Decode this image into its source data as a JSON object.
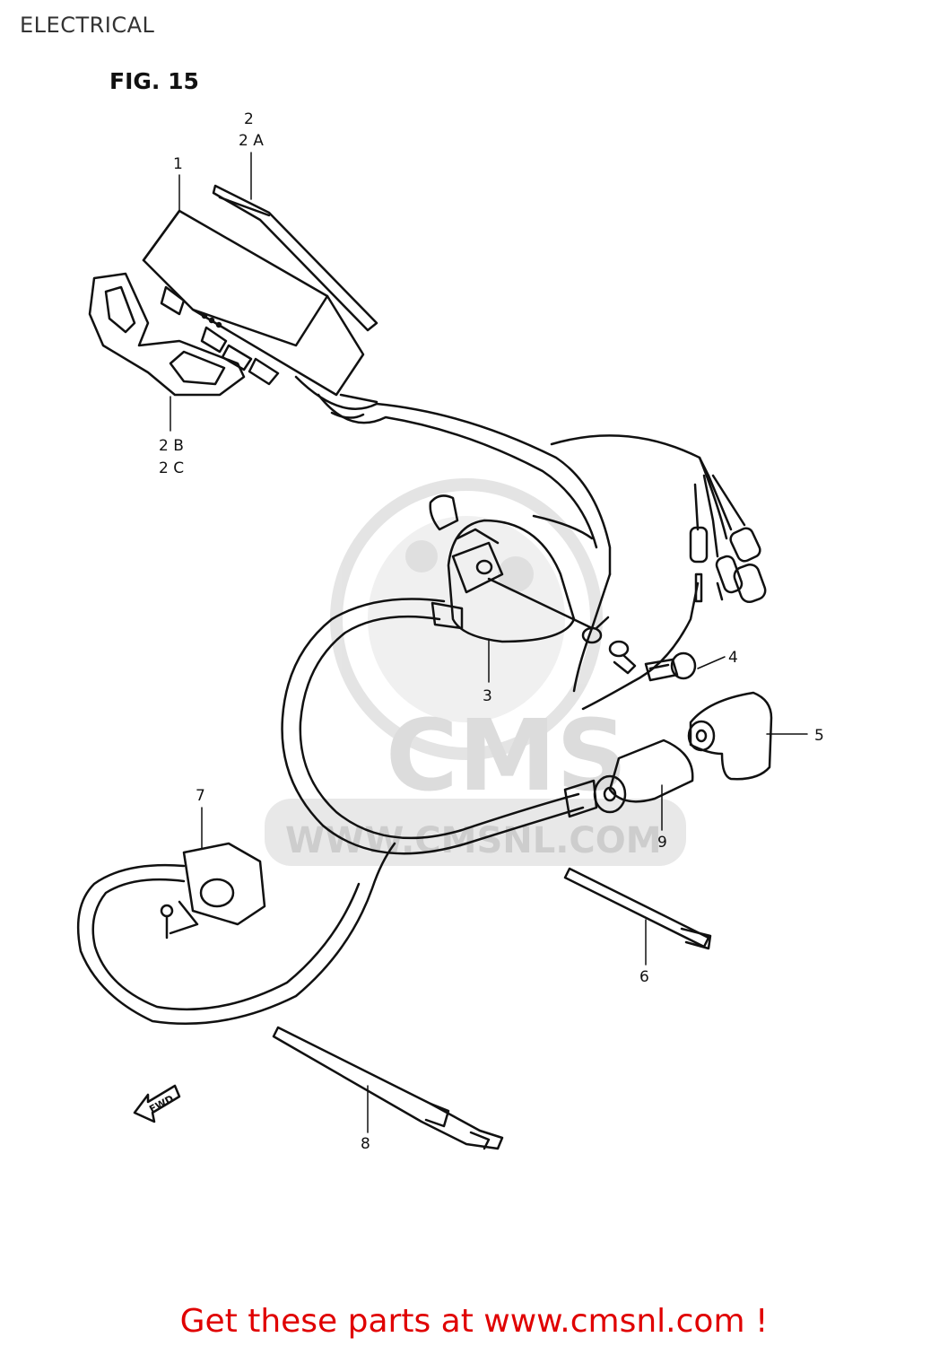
{
  "header": {
    "section_title": "ELECTRICAL",
    "figure_label": "FIG. 15"
  },
  "callouts": [
    {
      "id": "1",
      "text": "1"
    },
    {
      "id": "2",
      "text": "2"
    },
    {
      "id": "2A",
      "text": "2 A"
    },
    {
      "id": "2B",
      "text": "2 B"
    },
    {
      "id": "2C",
      "text": "2 C"
    },
    {
      "id": "3",
      "text": "3"
    },
    {
      "id": "4",
      "text": "4"
    },
    {
      "id": "5",
      "text": "5"
    },
    {
      "id": "6",
      "text": "6"
    },
    {
      "id": "7",
      "text": "7"
    },
    {
      "id": "8",
      "text": "8"
    },
    {
      "id": "9",
      "text": "9"
    }
  ],
  "watermark": {
    "logo": "CMS",
    "url": "WWW.CMSNL.COM"
  },
  "fwd_arrow": {
    "text": "FWD"
  },
  "footer": {
    "link_text": "Get these parts at www.cmsnl.com !"
  },
  "colors": {
    "line": "#111111",
    "watermark": "#dddddd",
    "footer": "#e00000"
  }
}
